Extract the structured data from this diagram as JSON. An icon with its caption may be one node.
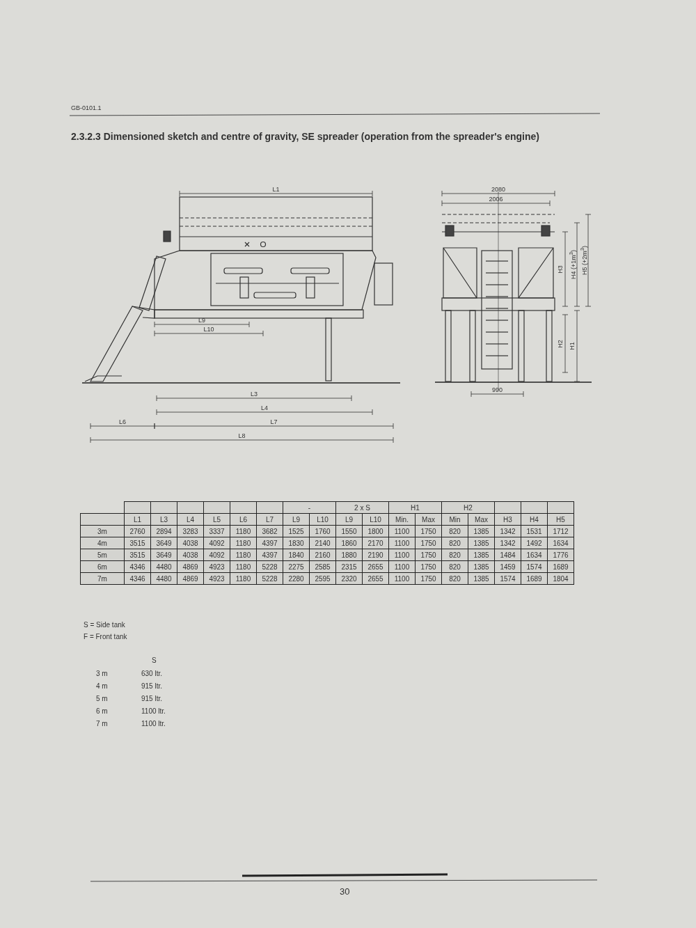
{
  "diagram": {
    "title": "2.3.2.3 Dimensioned sketch and centre of gravity, SE spreader (operation from the spreader's engine)",
    "labels": [
      "GB-0101.1",
      "L1",
      "L9",
      "L10",
      "L3",
      "L4",
      "L6",
      "L7",
      "L8",
      "2080",
      "2006",
      "H3",
      "H4 (+1m$^{3}$)",
      "H5 (+2m$^{3}$)",
      "H2",
      "H1",
      "990",
      "-",
      "2 x S",
      "H1",
      "H2",
      "L1",
      "L3",
      "L4",
      "L5",
      "L6",
      "L7",
      "L9",
      "L10",
      "L9",
      "L10",
      "Min.",
      "Max",
      "Min",
      "Max",
      "H3",
      "H4",
      "H5",
      "3m",
      "2760",
      "2894",
      "3283",
      "3337",
      "1180",
      "3682",
      "1525",
      "1760",
      "1550",
      "1800",
      "1100",
      "1750",
      "820",
      "1385",
      "1342",
      "1531",
      "1712",
      "4m",
      "3515",
      "3649",
      "4038",
      "4092",
      "1180",
      "4397",
      "1830",
      "2140",
      "1860",
      "2170",
      "1100",
      "1750",
      "820",
      "1385",
      "1342",
      "1492",
      "1634",
      "5m",
      "3515",
      "3649",
      "4038",
      "4092",
      "1180",
      "4397",
      "1840",
      "2160",
      "1880",
      "2190",
      "1100",
      "1750",
      "820",
      "1385",
      "1484",
      "1634",
      "1776",
      "6m",
      "4346",
      "4480",
      "4869",
      "4923",
      "1180",
      "5228",
      "2275",
      "2585",
      "2315",
      "2655",
      "1100",
      "1750",
      "820",
      "1385",
      "1459",
      "1574",
      "1689",
      "7m",
      "4346",
      "4480",
      "4869",
      "4923",
      "1180",
      "5228",
      "2280",
      "2595",
      "2320",
      "2655",
      "1100",
      "1750",
      "820",
      "1385",
      "1574",
      "1689",
      "1804",
      "S = Side tank",
      "F = Front tank",
      "S",
      "3 m",
      "630 ltr.",
      "4 m",
      "915 ltr.",
      "5 m",
      "915 ltr.",
      "6 m",
      "1100 ltr.",
      "7 m",
      "1100 ltr.",
      "30"
    ]
  }
}
